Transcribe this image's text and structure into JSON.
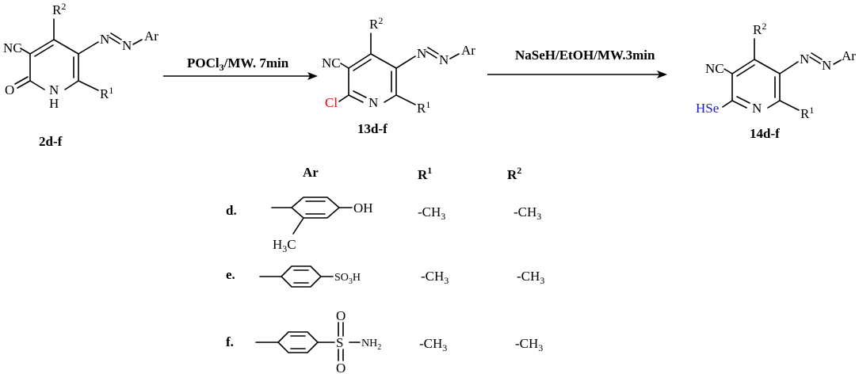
{
  "colors": {
    "chlorine": "#ff0000",
    "selenium": "#1a1ad6",
    "text": "#000000"
  },
  "reaction": {
    "step1": {
      "reagent_main": "POCl",
      "reagent_sub": "3",
      "reagent_rest": "/MW. 7min"
    },
    "step2": {
      "reagent": "NaSeH/EtOH/MW.3min"
    }
  },
  "compounds": {
    "c2": {
      "id": "2d-f"
    },
    "c13": {
      "id": "13d-f"
    },
    "c14": {
      "id": "14d-f"
    }
  },
  "atoms": {
    "nc": "NC",
    "n": "N",
    "nh_n": "N",
    "nh_h": "H",
    "o": "O",
    "ar": "Ar",
    "r": "R",
    "sup1": "1",
    "sup2": "2",
    "cl": "Cl",
    "hse": "HSe"
  },
  "table": {
    "headers": {
      "ar": "Ar",
      "r1_base": "R",
      "r1_sup": "1",
      "r2_base": "R",
      "r2_sup": "2"
    },
    "rows": [
      {
        "label": "d.",
        "r1": "-CH",
        "r1_sub": "3",
        "r2": "-CH",
        "r2_sub": "3"
      },
      {
        "label": "e.",
        "r1": "-CH",
        "r1_sub": "3",
        "r2": "-CH",
        "r2_sub": "3"
      },
      {
        "label": "f.",
        "r1": "-CH",
        "r1_sub": "3",
        "r2": "-CH",
        "r2_sub": "3"
      }
    ],
    "groups": {
      "oh": "OH",
      "h3c_h": "H",
      "h3c_3": "3",
      "h3c_c": "C",
      "so3h_a": "SO",
      "so3h_3": "3",
      "so3h_h": "H",
      "s": "S",
      "o": "O",
      "nh2_a": "NH",
      "nh2_2": "2"
    }
  }
}
